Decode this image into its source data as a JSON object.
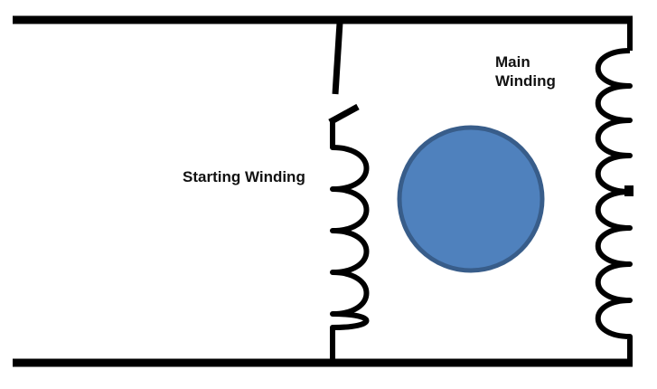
{
  "labels": {
    "starting_winding": "Starting Winding",
    "main_winding_line1": "Main",
    "main_winding_line2": "Winding"
  },
  "components": {
    "rotor_icon": "rotor-circle",
    "switch_icon": "centrifugal-switch"
  },
  "colors": {
    "wire": "#000000",
    "rotor_fill": "#4f81bd",
    "rotor_stroke": "#385d8a",
    "background": "#ffffff"
  }
}
